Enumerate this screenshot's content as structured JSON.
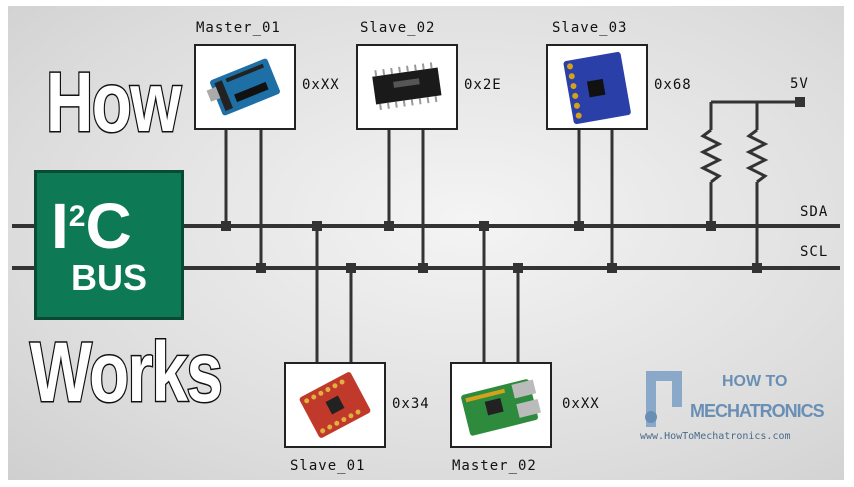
{
  "title": {
    "how": "How",
    "works": "Works"
  },
  "badge": {
    "protocol": "I",
    "superscript": "2",
    "c": "C",
    "bus": "BUS"
  },
  "devices": [
    {
      "name": "Master_01",
      "address": "0xXX",
      "icon": "arduino-board"
    },
    {
      "name": "Slave_02",
      "address": "0x2E",
      "icon": "ic-chip"
    },
    {
      "name": "Slave_03",
      "address": "0x68",
      "icon": "mpu-sensor-module"
    },
    {
      "name": "Slave_01",
      "address": "0x34",
      "icon": "red-breakout-board"
    },
    {
      "name": "Master_02",
      "address": "0xXX",
      "icon": "raspberry-pi-board"
    }
  ],
  "bus": {
    "sda": "SDA",
    "scl": "SCL",
    "supply": "5V"
  },
  "logo": {
    "line1": "HOW TO",
    "line2": "MECHATRONICS",
    "url": "www.HowToMechatronics.com"
  },
  "colors": {
    "badge_green": "#0e7a55",
    "wire": "#333333",
    "logo_blue": "#6a8fb5"
  }
}
